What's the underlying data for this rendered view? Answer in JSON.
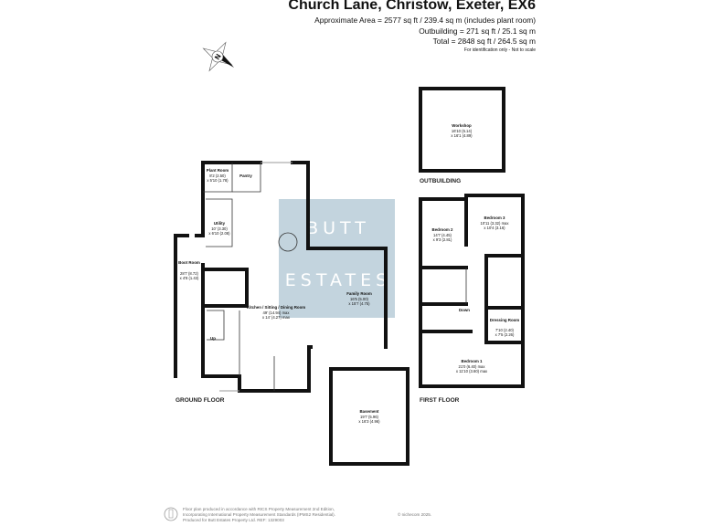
{
  "header": {
    "title": "Church Lane, Christow, Exeter, EX6",
    "approx_area": "Approximate Area = 2577 sq ft / 239.4 sq m (includes plant room)",
    "outbuilding": "Outbuilding = 271 sq ft / 25.1 sq m",
    "total": "Total = 2848 sq ft / 264.5 sq m",
    "note": "For identification only - Not to scale"
  },
  "watermark": {
    "line1": "BUTT",
    "line2": "ESTATES",
    "color": "#b8ccd8"
  },
  "compass": {
    "icon": "compass-north-icon",
    "letter": "N"
  },
  "floors": {
    "ground": "GROUND FLOOR",
    "first": "FIRST FLOOR",
    "outbuilding": "OUTBUILDING"
  },
  "rooms": {
    "plant_room": {
      "name": "Plant Room",
      "dim1": "8'2 (2.50)",
      "dim2": "x 5'10 (1.78)"
    },
    "pantry": {
      "name": "Pantry"
    },
    "utility": {
      "name": "Utility",
      "dim1": "10' (3.30)",
      "dim2": "x 6'10 (2.08)"
    },
    "boot_room": {
      "name": "Boot Room",
      "dim1": "28'7 (8.72)",
      "dim2": "x 4'8 (1.43)"
    },
    "kitchen": {
      "name": "Kitchen / Sitting / Dining Room",
      "dim1": "49' (14.94) max",
      "dim2": "x 14' (4.27) max"
    },
    "family_room": {
      "name": "Family Room",
      "dim1": "16'5 (5.00)",
      "dim2": "x 15'7 (4.75)"
    },
    "up": "Up",
    "workshop": {
      "name": "Workshop",
      "dim1": "16'10 (5.14)",
      "dim2": "x 16'1 (4.89)"
    },
    "bedroom2": {
      "name": "Bedroom 2",
      "dim1": "14'7 (4.45)",
      "dim2": "x 9'3 (2.81)"
    },
    "bedroom3": {
      "name": "Bedroom 3",
      "dim1": "10'11 (3.32) max",
      "dim2": "x 10'4 (3.16)"
    },
    "down": "Down",
    "dressing": {
      "name": "Dressing Room",
      "dim1": "7'10 (2.40)",
      "dim2": "x 7'5 (2.26)"
    },
    "bedroom1": {
      "name": "Bedroom 1",
      "dim1": "21'0 (6.40) max",
      "dim2": "x 11'10 (3.60) max"
    },
    "basement": {
      "name": "Basement",
      "dim1": "19'7 (5.96)",
      "dim2": "x 16'3 (4.96)"
    }
  },
  "footer": {
    "line1": "Floor plan produced in accordance with RICS Property Measurement 2nd Edition,",
    "line2": "Incorporating International Property Measurement Standards (IPMS2 Residential).",
    "copyright": "© nichecom 2025.",
    "line3": "Produced for Butt Estates Property Ltd.   REF: 1329003"
  }
}
